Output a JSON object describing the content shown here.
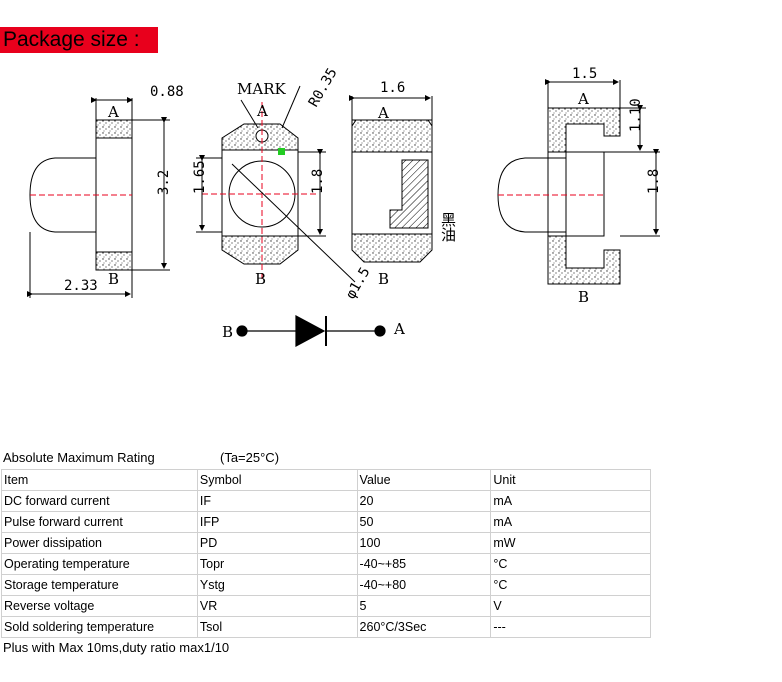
{
  "section_title": "Package size :",
  "drawing": {
    "view1": {
      "dim_width": "0.88",
      "dim_height": "3.2",
      "dim_total": "2.33",
      "pad_top": "A",
      "pad_bottom": "B"
    },
    "view2": {
      "mark_label": "MARK",
      "radius_label": "R0.35",
      "dim_left": "1.65",
      "dim_right": "1.8",
      "dim_diameter": "φ1.5",
      "pad_top": "A",
      "pad_bottom": "B"
    },
    "view3": {
      "dim_width": "1.6",
      "side_note": "黑油",
      "pad_top": "A",
      "pad_bottom": "B"
    },
    "view4": {
      "dim_width": "1.5",
      "dim_offset": "1.10",
      "dim_height": "1.8",
      "pad_top": "A",
      "pad_bottom": "B"
    },
    "diode": {
      "left": "B",
      "right": "A"
    },
    "colors": {
      "pad_fill": "#ffffff",
      "marker_green": "#22cc22",
      "centerline_red": "#e8001c"
    }
  },
  "rating": {
    "caption": "Absolute Maximum Rating",
    "condition": "(Ta=25°C)",
    "rows": [
      [
        "Item",
        "Symbol",
        "Value",
        "Unit"
      ],
      [
        "DC forward current",
        "IF",
        "20",
        "mA"
      ],
      [
        "Pulse forward current",
        "IFP",
        "50",
        "mA"
      ],
      [
        "Power dissipation",
        "PD",
        "100",
        "mW"
      ],
      [
        "Operating temperature",
        "Topr",
        "-40~+85",
        "°C"
      ],
      [
        "Storage temperature",
        "Ystg",
        "-40~+80",
        "°C"
      ],
      [
        "Reverse voltage",
        "VR",
        "5",
        "V"
      ],
      [
        "Sold soldering temperature",
        "Tsol",
        "260°C/3Sec",
        "---"
      ]
    ],
    "footnote": "Plus with Max 10ms,duty ratio max1/10"
  }
}
